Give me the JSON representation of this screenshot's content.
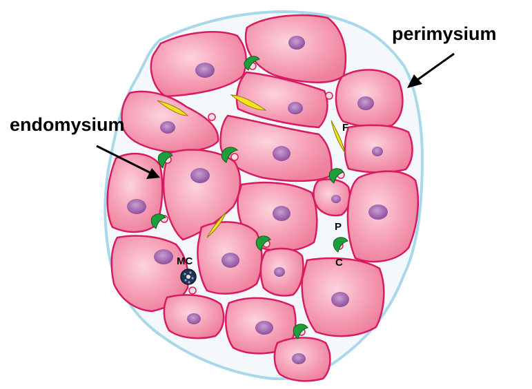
{
  "labels": {
    "perimysium": "perimysium",
    "endomysium": "endomysium",
    "fibroblast": "F",
    "pericyte": "P",
    "capillary": "C",
    "mast_cell": "MC"
  },
  "colors": {
    "fiber_fill": "#f48aa8",
    "fiber_edge": "#d81b60",
    "nucleus": "#9b5ca8",
    "connective_tissue": "#f4f8fb",
    "perimysium_edge": "#a8d8ea",
    "fibroblast": "#f5e21e",
    "pericyte": "#1e9e3a",
    "capillary": "#f8dede",
    "mast_cell": "#1f3550",
    "arrow": "#000000"
  }
}
